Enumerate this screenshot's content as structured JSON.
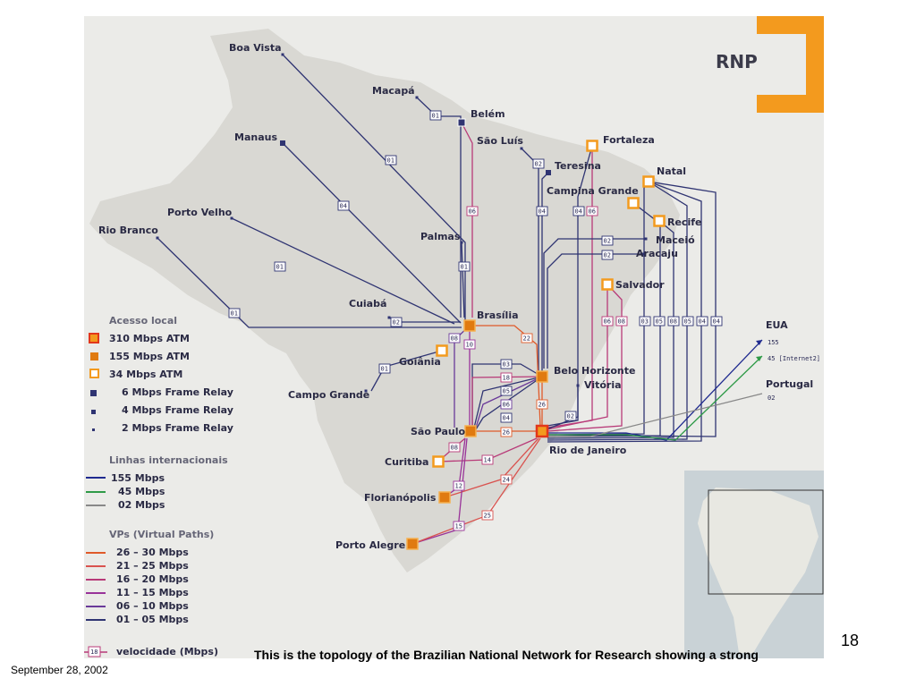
{
  "logo": {
    "text": "RNP",
    "color": "#f39a1e"
  },
  "colors": {
    "map_bg": "#ebebe8",
    "land": "#d9d8d3",
    "orange": "#f39a1e",
    "red_node": "#e2371b",
    "line_155": "#1f2a8f",
    "line_45": "#2e9a47",
    "line_02": "#888888",
    "vp_26_30": "#e05a2a",
    "vp_21_25": "#d9534f",
    "vp_16_20": "#b83a78",
    "vp_11_15": "#993399",
    "vp_06_10": "#6a3a99",
    "vp_01_05": "#2f3472"
  },
  "cities": [
    {
      "id": "boa_vista",
      "name": "Boa Vista"
    },
    {
      "id": "macapa",
      "name": "Macapá"
    },
    {
      "id": "belem",
      "name": "Belém"
    },
    {
      "id": "sao_luis",
      "name": "São Luís"
    },
    {
      "id": "fortaleza",
      "name": "Fortaleza"
    },
    {
      "id": "teresina",
      "name": "Teresina"
    },
    {
      "id": "natal",
      "name": "Natal"
    },
    {
      "id": "campina_grande",
      "name": "Campina Grande"
    },
    {
      "id": "recife",
      "name": "Recife"
    },
    {
      "id": "maceio",
      "name": "Maceió"
    },
    {
      "id": "aracaju",
      "name": "Aracaju"
    },
    {
      "id": "salvador",
      "name": "Salvador"
    },
    {
      "id": "manaus",
      "name": "Manaus"
    },
    {
      "id": "porto_velho",
      "name": "Porto Velho"
    },
    {
      "id": "rio_branco",
      "name": "Rio Branco"
    },
    {
      "id": "palmas",
      "name": "Palmas"
    },
    {
      "id": "cuiaba",
      "name": "Cuiabá"
    },
    {
      "id": "brasilia",
      "name": "Brasília"
    },
    {
      "id": "goiania",
      "name": "Goiânia"
    },
    {
      "id": "campo_grande",
      "name": "Campo Grande"
    },
    {
      "id": "belo_horizonte",
      "name": "Belo Horizonte"
    },
    {
      "id": "vitoria",
      "name": "Vitória"
    },
    {
      "id": "sao_paulo",
      "name": "São Paulo"
    },
    {
      "id": "rio_de_janeiro",
      "name": "Rio de Janeiro"
    },
    {
      "id": "curitiba",
      "name": "Curitiba"
    },
    {
      "id": "florianopolis",
      "name": "Florianópolis"
    },
    {
      "id": "porto_alegre",
      "name": "Porto Alegre"
    }
  ],
  "international": {
    "eua": "EUA",
    "eua_155": "155",
    "eua_45": "45 [Internet2]",
    "portugal": "Portugal",
    "portugal_02": "02"
  },
  "link_labels": {
    "boa_vista": "01",
    "manaus": "04",
    "macapa": "01",
    "porto_velho": "01",
    "rio_branco": "01",
    "cuiaba": "02",
    "palmas": "01",
    "belem": "06",
    "sao_luis": "02",
    "teresina": "04",
    "fortaleza_a": "04",
    "fortaleza_b": "06",
    "maceio": "02",
    "aracaju": "02",
    "salvador_a": "06",
    "salvador_b": "08",
    "ne_1": "03",
    "ne_2": "05",
    "ne_3": "08",
    "ne_4": "05",
    "ne_5": "04",
    "ne_6": "04",
    "bsb_sp_a": "08",
    "bsb_sp_b": "10",
    "bsb_rj": "22",
    "campo_grande": "01",
    "bh_1": "03",
    "bh_2": "18",
    "bh_3": "05",
    "bh_4": "06",
    "bh_5": "26",
    "bh_6": "04",
    "sp_rj": "26",
    "rj_vit": "02",
    "curitiba_a": "08",
    "curitiba_b": "14",
    "floripa_a": "12",
    "floripa_b": "24",
    "poa_a": "15",
    "poa_b": "25"
  },
  "legend": {
    "acesso_title": "Acesso local",
    "acesso": [
      "310 Mbps ATM",
      "155 Mbps ATM",
      "34 Mbps ATM",
      "6 Mbps Frame Relay",
      "4 Mbps Frame Relay",
      "2 Mbps Frame Relay"
    ],
    "linhas_title": "Linhas internacionais",
    "linhas": [
      "155 Mbps",
      "45 Mbps",
      "02 Mbps"
    ],
    "vps_title": "VPs (Virtual Paths)",
    "vps": [
      "26 – 30 Mbps",
      "21 – 25 Mbps",
      "16 – 20 Mbps",
      "11 – 15 Mbps",
      "06 – 10 Mbps",
      "01 – 05 Mbps"
    ],
    "velocidade_sample": "18",
    "velocidade": "velocidade (Mbps)"
  },
  "footer": {
    "caption": "This is the topology of the Brazilian National Network for Research showing a strong",
    "date": "September 28, 2002",
    "page": "18"
  }
}
